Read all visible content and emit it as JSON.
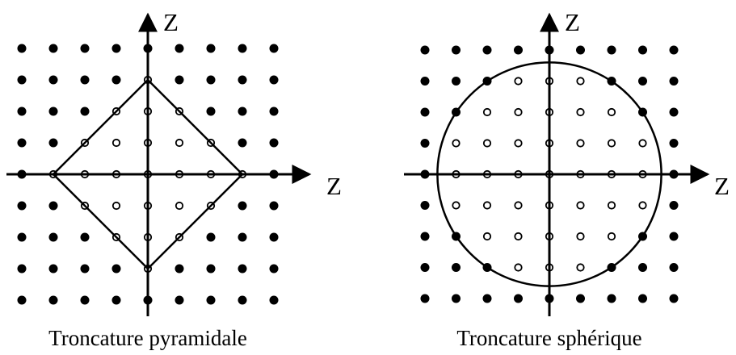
{
  "panels": [
    {
      "id": "pyramidal",
      "caption": "Troncature pyramidale",
      "axis_vertical_label": "Z",
      "axis_horizontal_label": "Z",
      "lattice": {
        "half_count": 4,
        "truncation": "L1",
        "radius": 3
      }
    },
    {
      "id": "spherical",
      "caption": "Troncature sphérique",
      "axis_vertical_label": "Z",
      "axis_horizontal_label": "Z",
      "lattice": {
        "half_count": 4,
        "truncation": "L2",
        "radius": 3.6
      }
    }
  ],
  "colors": {
    "ink": "#000000",
    "background": "#ffffff"
  }
}
